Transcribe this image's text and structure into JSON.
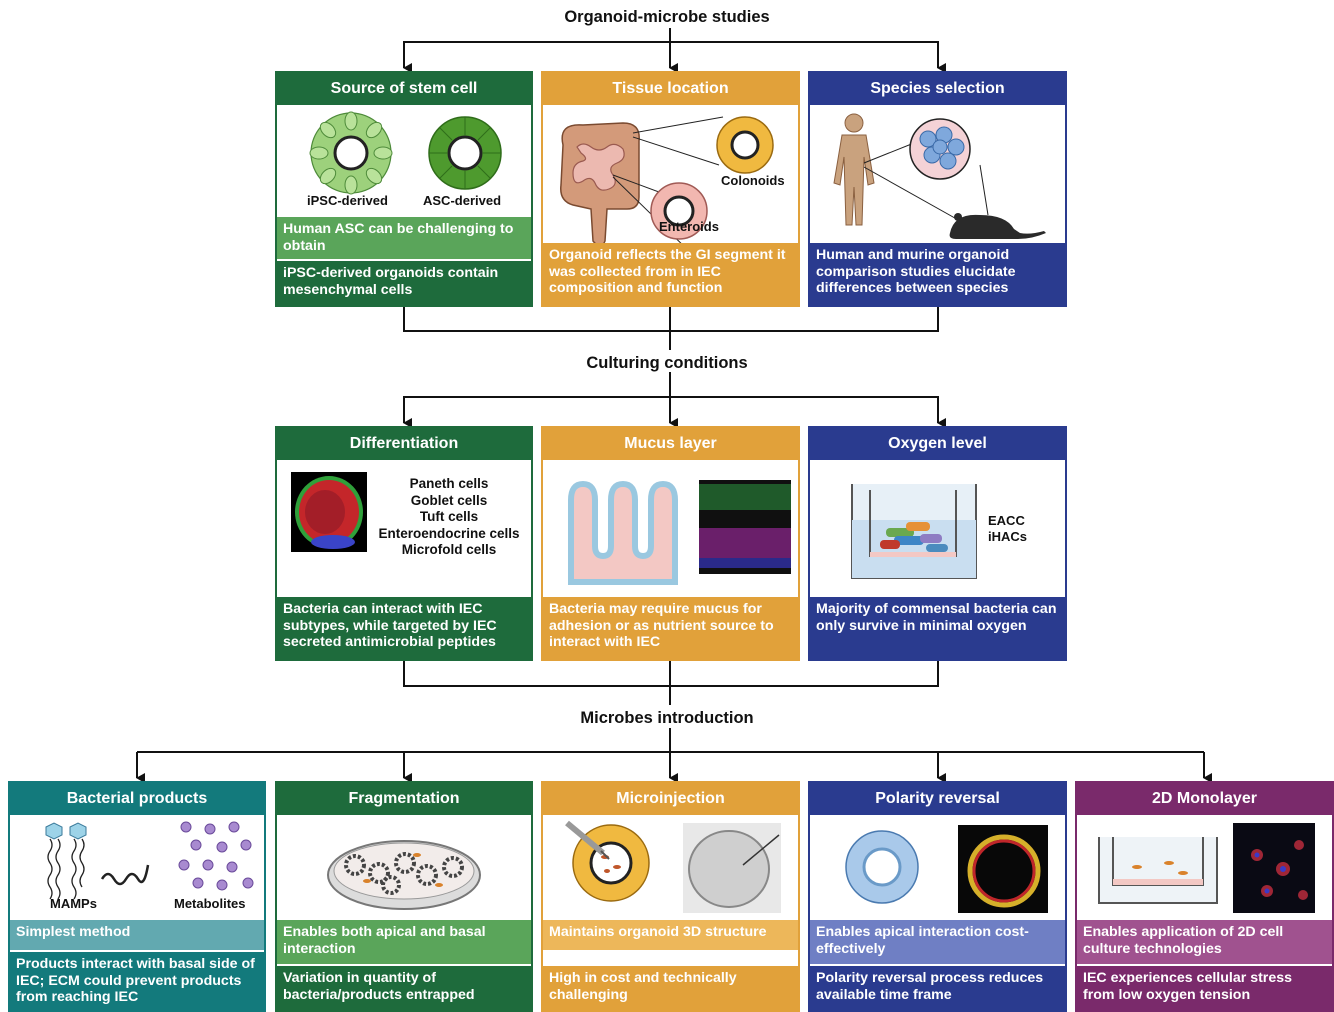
{
  "sections": {
    "top": "Organoid-microbe studies",
    "middle": "Culturing conditions",
    "bottom": "Microbes introduction"
  },
  "colors": {
    "green": "#1e6b3c",
    "green_light": "#5aa55a",
    "orange": "#e1a13a",
    "orange_light": "#edb75a",
    "blue": "#2a3b8f",
    "blue_light": "#6f7fc4",
    "teal": "#137a7c",
    "teal_light": "#62a9b0",
    "purple": "#7a2a6b",
    "purple_light": "#a0528f"
  },
  "row1": {
    "stem": {
      "title": "Source of stem cell",
      "label_ipsc": "iPSC-derived",
      "label_asc": "ASC-derived",
      "note_light": "Human ASC can be challenging to obtain",
      "note_dark": "iPSC-derived organoids contain mesenchymal cells"
    },
    "tissue": {
      "title": "Tissue location",
      "label_colonoids": "Colonoids",
      "label_enteroids": "Enteroids",
      "note_dark": "Organoid reflects the GI segment it was collected from in IEC composition and function"
    },
    "species": {
      "title": "Species selection",
      "note_dark": "Human and murine organoid comparison studies elucidate differences between species"
    }
  },
  "row2": {
    "differentiation": {
      "title": "Differentiation",
      "cells": [
        "Paneth cells",
        "Goblet cells",
        "Tuft cells",
        "Enteroendocrine cells",
        "Microfold cells"
      ],
      "note_dark": "Bacteria can interact with IEC subtypes, while targeted by IEC secreted antimicrobial peptides"
    },
    "mucus": {
      "title": "Mucus layer",
      "note_dark": "Bacteria may require mucus for adhesion or as nutrient source to interact with IEC"
    },
    "oxygen": {
      "title": "Oxygen level",
      "label_eacc": "EACC",
      "label_ihacs": "iHACs",
      "note_dark": "Majority of commensal bacteria can only survive in minimal oxygen"
    }
  },
  "row3": {
    "bacterial": {
      "title": "Bacterial products",
      "label_mamps": "MAMPs",
      "label_metabolites": "Metabolites",
      "note_light": "Simplest method",
      "note_dark": "Products interact with basal side of IEC; ECM could prevent products from reaching IEC"
    },
    "fragmentation": {
      "title": "Fragmentation",
      "note_light": "Enables both apical and basal interaction",
      "note_dark": "Variation in quantity of bacteria/products entrapped"
    },
    "microinjection": {
      "title": "Microinjection",
      "note_light": "Maintains organoid 3D structure",
      "note_dark": "High in cost and technically challenging"
    },
    "polarity": {
      "title": "Polarity reversal",
      "note_light": "Enables apical interaction cost-effectively",
      "note_dark": "Polarity reversal process reduces available time frame"
    },
    "monolayer": {
      "title": "2D Monolayer",
      "note_light": "Enables application of 2D cell culture technologies",
      "note_dark": "IEC experiences cellular stress from low oxygen tension"
    }
  }
}
